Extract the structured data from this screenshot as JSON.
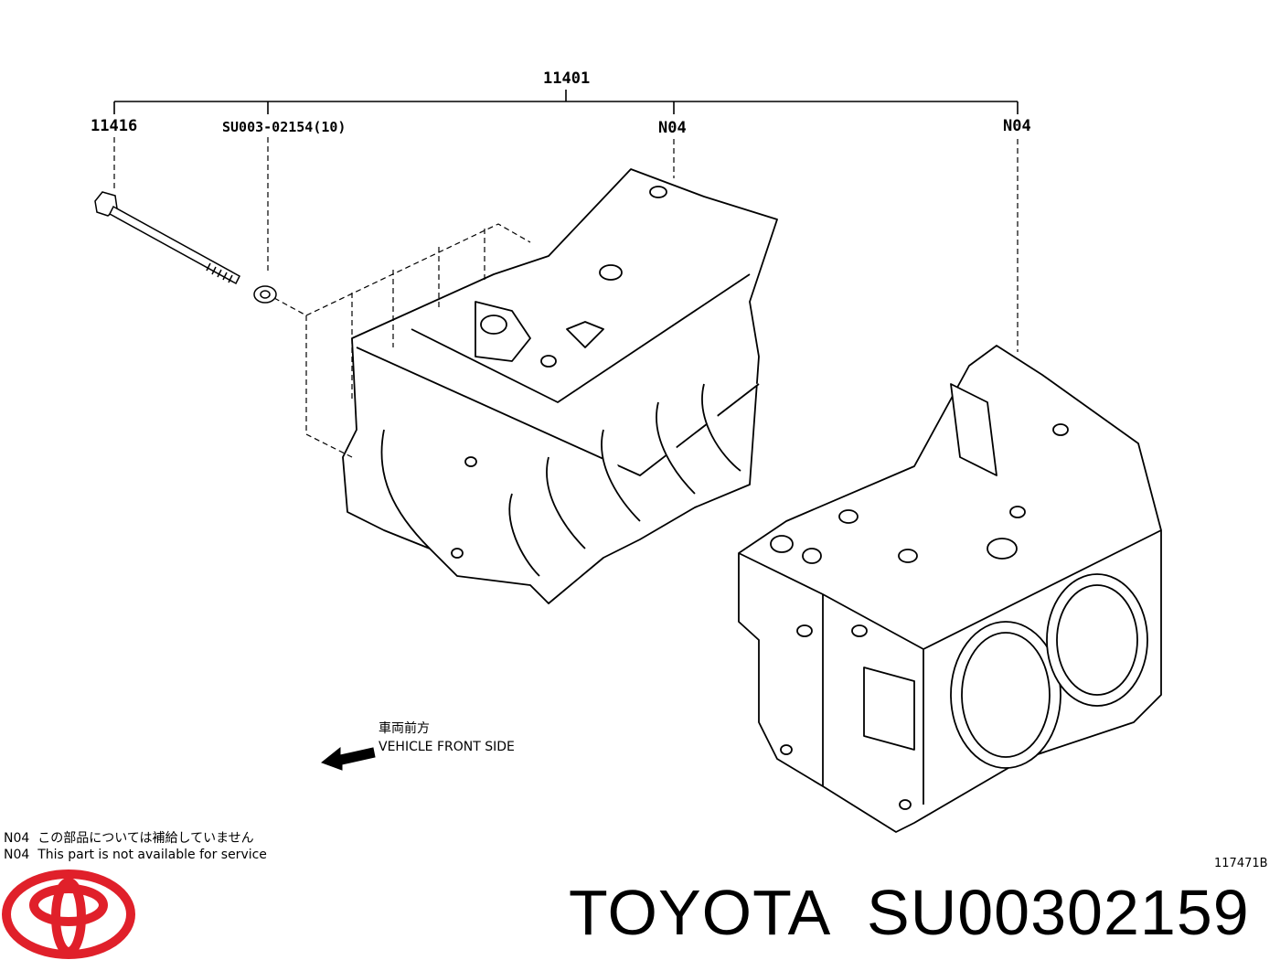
{
  "callouts": {
    "assembly": "11401",
    "bolt": "11416",
    "washer": "SU003-02154(10)",
    "upper_case": "N04",
    "lower_block": "N04"
  },
  "direction": {
    "jp": "車両前方",
    "en": "VEHICLE FRONT SIDE"
  },
  "notes": [
    {
      "code": "N04",
      "text": "この部品については補給していません"
    },
    {
      "code": "N04",
      "text": "This part is not available for service"
    }
  ],
  "figure_number": "117471B",
  "brand": {
    "name": "TOYOTA",
    "part_number": "SU00302159",
    "logo_color": "#e0202a"
  }
}
